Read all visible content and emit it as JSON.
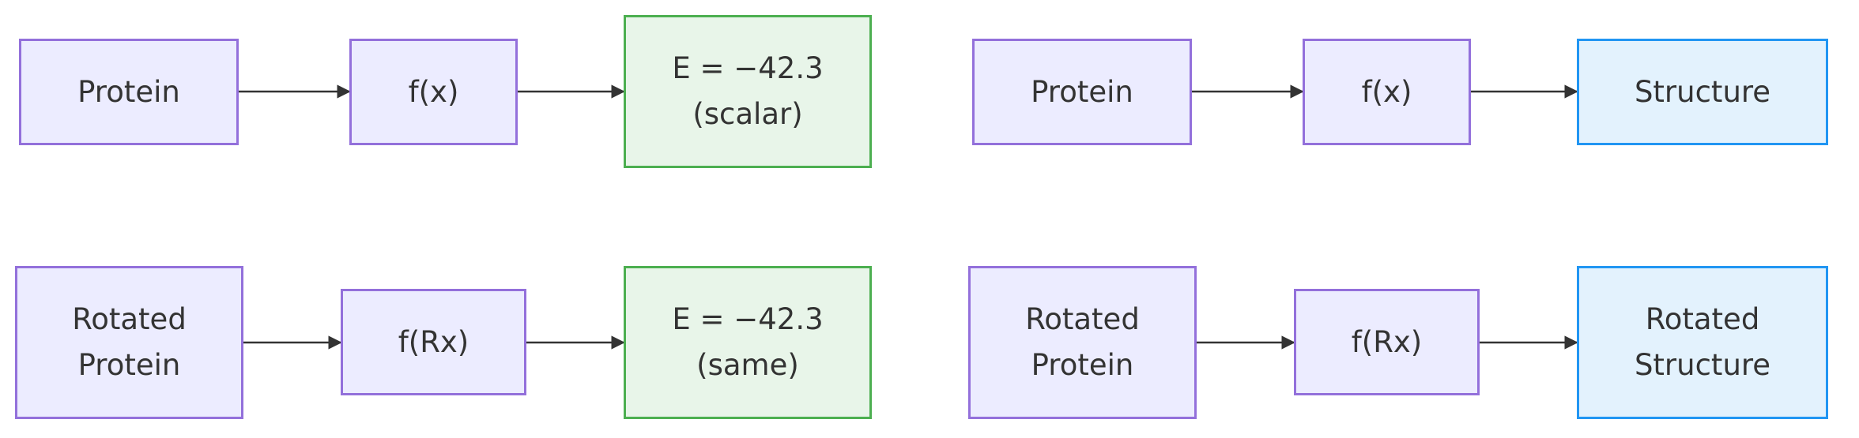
{
  "diagram": {
    "colors": {
      "default_fill": "#ececff",
      "default_stroke": "#9370db",
      "scalar_fill": "#e8f5e9",
      "scalar_stroke": "#4caf50",
      "structure_fill": "#e3f2fd",
      "structure_stroke": "#2196f3",
      "edge": "#333333"
    },
    "invariant": {
      "top": {
        "input": "Protein",
        "function": "f(x)",
        "output": "E = −42.3\n(scalar)"
      },
      "bottom": {
        "input": "Rotated\nProtein",
        "function": "f(Rx)",
        "output": "E = −42.3\n(same)"
      }
    },
    "equivariant": {
      "top": {
        "input": "Protein",
        "function": "f(x)",
        "output": "Structure"
      },
      "bottom": {
        "input": "Rotated\nProtein",
        "function": "f(Rx)",
        "output": "Rotated\nStructure"
      }
    }
  }
}
